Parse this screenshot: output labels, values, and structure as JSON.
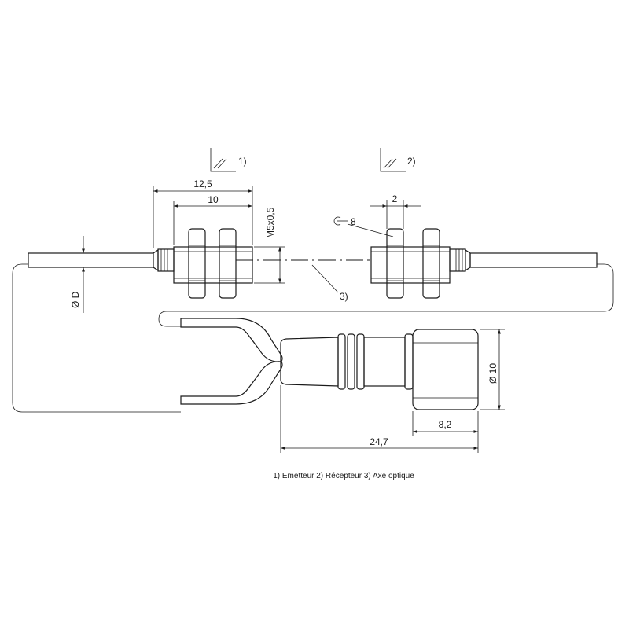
{
  "labels": {
    "ref1": "1)",
    "ref2": "2)",
    "ref3": "3)",
    "dim_12_5": "12,5",
    "dim_10": "10",
    "dim_2": "2",
    "dim_thread": "M5x0,5",
    "dim_phiD": "Ø D",
    "wrench_size": "8",
    "dim_phi10": "Ø 10",
    "dim_8_2": "8,2",
    "dim_24_7": "24,7"
  },
  "legend": "1) Emetteur  2) Récepteur  3) Axe optique"
}
